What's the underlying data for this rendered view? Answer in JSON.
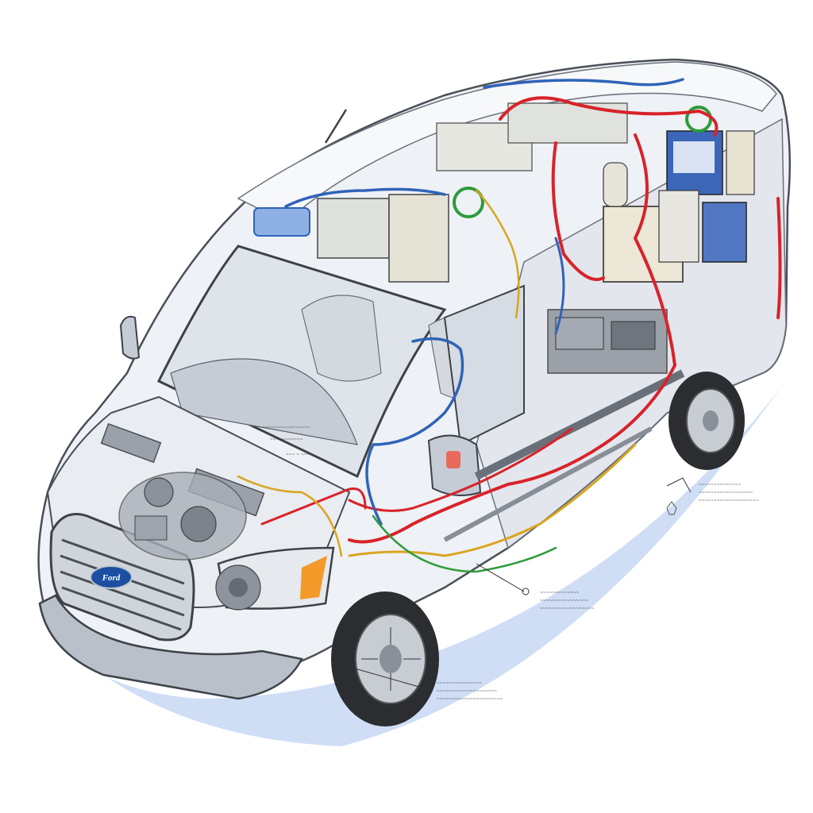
{
  "illustration": {
    "subject": "cutaway-van",
    "brand_badge_text": "Ford",
    "callouts": [
      {
        "id": "callout-dash",
        "lines": [
          "~~~~~~~~~~~~~~~~",
          "~~~~~~~~~~~",
          "~~~ ~ ~~~"
        ]
      },
      {
        "id": "callout-rear",
        "lines": [
          "~~~~~~~~~~~~~~",
          "~~~~~~~~~~~~~~~~~~",
          "~~~~~~~~~~~~~~~~~~~~"
        ]
      },
      {
        "id": "callout-side",
        "lines": [
          "~~~~~~~~~~~~~",
          "~~~~~~~~~~~~~~~~",
          "~~~~~~~~~~~~~~~~~~"
        ]
      },
      {
        "id": "callout-front",
        "lines": [
          "~~~~~~~~~~~~~~~",
          "~~~~~~~~~~~~~~~~~~~~",
          "~~~~~~~~~~~~~~~~~~~~~~"
        ]
      }
    ]
  },
  "colors": {
    "body": "#eef1f5",
    "body_shade": "#c9d0d9",
    "outline": "#4a4f57",
    "wire_red": "#d8232a",
    "wire_blue": "#2f63b8",
    "wire_yellow": "#d9a520",
    "wire_green": "#2f9a3a",
    "shadow": "#b9cdee",
    "tire": "#2b2d31",
    "badge": "#1c4fa1"
  }
}
